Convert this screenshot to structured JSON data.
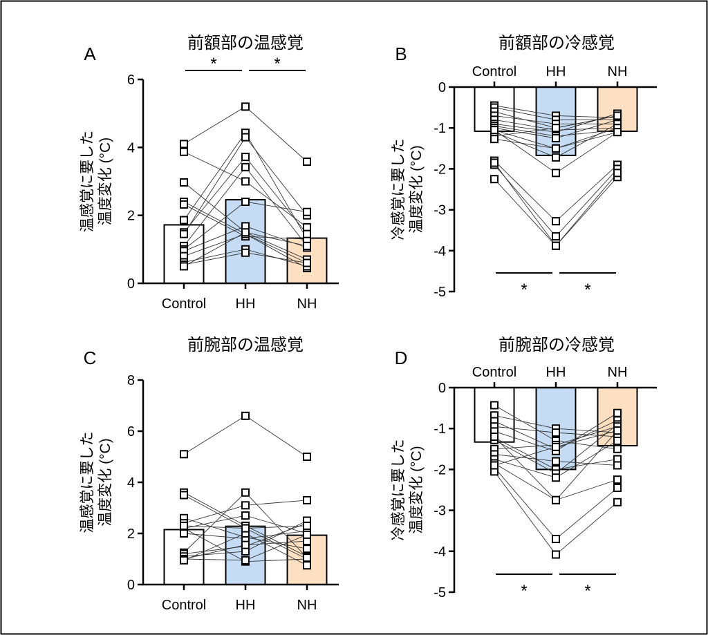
{
  "colors": {
    "control": "#ffffff",
    "HH": "#c6dcf5",
    "NH": "#fde0c2",
    "stroke": "#000000"
  },
  "chart_data": [
    {
      "type": "bar",
      "letter": "A",
      "title": "前額部の温感覚",
      "ylabel": [
        "温感覚に要した",
        "温度変化 (°C)"
      ],
      "categories": [
        "Control",
        "HH",
        "NH"
      ],
      "ylim": [
        0,
        6
      ],
      "yticks": [
        0,
        2,
        4,
        6
      ],
      "category_position": "bottom",
      "values": [
        1.72,
        2.46,
        1.33
      ],
      "subjects": [
        [
          4.1,
          5.2,
          3.58
        ],
        [
          3.87,
          3.0,
          1.65
        ],
        [
          2.97,
          1.5,
          0.7
        ],
        [
          2.4,
          1.45,
          0.6
        ],
        [
          2.32,
          1.38,
          1.3
        ],
        [
          1.86,
          4.43,
          1.3
        ],
        [
          1.5,
          3.72,
          1.45
        ],
        [
          1.45,
          4.3,
          2.0
        ],
        [
          1.1,
          3.42,
          1.1
        ],
        [
          1.0,
          2.4,
          2.1
        ],
        [
          0.95,
          1.68,
          1.05
        ],
        [
          0.8,
          1.45,
          0.45
        ],
        [
          0.62,
          1.0,
          0.5
        ],
        [
          0.55,
          0.9,
          0.6
        ],
        [
          0.5,
          1.5,
          1.1
        ]
      ],
      "significance": [
        {
          "from": "Control",
          "to": "HH",
          "label": "*"
        },
        {
          "from": "HH",
          "to": "NH",
          "label": "*"
        }
      ],
      "significance_position": "top"
    },
    {
      "type": "bar",
      "letter": "B",
      "title": "前額部の冷感覚",
      "ylabel": [
        "冷感覚に要した",
        "温度変化 (°C)"
      ],
      "categories": [
        "Control",
        "HH",
        "NH"
      ],
      "ylim": [
        -5,
        0
      ],
      "yticks": [
        0,
        -1,
        -2,
        -3,
        -4,
        -5
      ],
      "category_position": "top",
      "values": [
        -1.08,
        -1.67,
        -1.08
      ],
      "subjects": [
        [
          -0.45,
          -0.7,
          -0.75
        ],
        [
          -0.5,
          -0.8,
          -0.8
        ],
        [
          -0.6,
          -1.0,
          -0.7
        ],
        [
          -0.7,
          -0.9,
          -0.9
        ],
        [
          -0.8,
          -1.05,
          -1.0
        ],
        [
          -0.9,
          -1.1,
          -0.65
        ],
        [
          -0.95,
          -1.2,
          -1.05
        ],
        [
          -1.0,
          -1.25,
          -0.8
        ],
        [
          -1.05,
          -1.5,
          -1.1
        ],
        [
          -1.1,
          -1.72,
          -0.9
        ],
        [
          -1.2,
          -1.0,
          -0.7
        ],
        [
          -1.27,
          -1.5,
          -1.0
        ],
        [
          -1.05,
          -2.1,
          -1.1
        ],
        [
          -1.8,
          -3.28,
          -1.9
        ],
        [
          -1.9,
          -3.65,
          -2.0
        ],
        [
          -2.25,
          -3.88,
          -2.2
        ],
        [
          -1.85,
          -3.88,
          -2.1
        ]
      ],
      "significance": [
        {
          "from": "Control",
          "to": "HH",
          "label": "*"
        },
        {
          "from": "HH",
          "to": "NH",
          "label": "*"
        }
      ],
      "significance_position": "bottom"
    },
    {
      "type": "bar",
      "letter": "C",
      "title": "前腕部の温感覚",
      "ylabel": [
        "温感覚に要した",
        "温度変化 (°C)"
      ],
      "categories": [
        "Control",
        "HH",
        "NH"
      ],
      "ylim": [
        0,
        8
      ],
      "yticks": [
        0,
        2,
        4,
        6,
        8
      ],
      "category_position": "bottom",
      "values": [
        2.15,
        2.28,
        1.93
      ],
      "subjects": [
        [
          5.1,
          6.6,
          5.0
        ],
        [
          3.6,
          2.3,
          1.1
        ],
        [
          3.5,
          2.2,
          1.0
        ],
        [
          2.6,
          1.85,
          1.4
        ],
        [
          2.4,
          3.1,
          3.3
        ],
        [
          2.2,
          2.7,
          2.0
        ],
        [
          2.2,
          0.9,
          1.0
        ],
        [
          2.0,
          1.8,
          2.1
        ],
        [
          1.25,
          3.6,
          1.05
        ],
        [
          1.2,
          1.5,
          2.4
        ],
        [
          1.1,
          1.3,
          2.5
        ],
        [
          1.0,
          1.55,
          1.7
        ],
        [
          1.0,
          0.95,
          1.95
        ],
        [
          0.95,
          2.0,
          0.75
        ],
        [
          2.3,
          2.2,
          2.3
        ]
      ],
      "significance": [],
      "significance_position": "none"
    },
    {
      "type": "bar",
      "letter": "D",
      "title": "前腕部の冷感覚",
      "ylabel": [
        "冷感覚に要した",
        "温度変化 (°C)"
      ],
      "categories": [
        "Control",
        "HH",
        "NH"
      ],
      "ylim": [
        -5,
        0
      ],
      "yticks": [
        0,
        -1,
        -2,
        -3,
        -4,
        -5
      ],
      "category_position": "top",
      "values": [
        -1.33,
        -2.0,
        -1.42
      ],
      "subjects": [
        [
          -0.43,
          -1.3,
          -1.5
        ],
        [
          -0.68,
          -1.0,
          -1.1
        ],
        [
          -0.82,
          -1.5,
          -0.8
        ],
        [
          -0.95,
          -1.1,
          -1.2
        ],
        [
          -1.07,
          -1.55,
          -0.62
        ],
        [
          -1.22,
          -2.0,
          -1.75
        ],
        [
          -1.28,
          -2.1,
          -0.9
        ],
        [
          -1.5,
          -1.4,
          -0.95
        ],
        [
          -1.63,
          -1.8,
          -1.9
        ],
        [
          -1.75,
          -2.2,
          -1.3
        ],
        [
          -1.85,
          -2.75,
          -2.25
        ],
        [
          -1.95,
          -3.7,
          -2.45
        ],
        [
          -2.05,
          -4.08,
          -2.8
        ],
        [
          -1.2,
          -2.75,
          -1.05
        ],
        [
          -1.9,
          -1.45,
          -1.05
        ]
      ],
      "significance": [
        {
          "from": "Control",
          "to": "HH",
          "label": "*"
        },
        {
          "from": "HH",
          "to": "NH",
          "label": "*"
        }
      ],
      "significance_position": "bottom"
    }
  ]
}
